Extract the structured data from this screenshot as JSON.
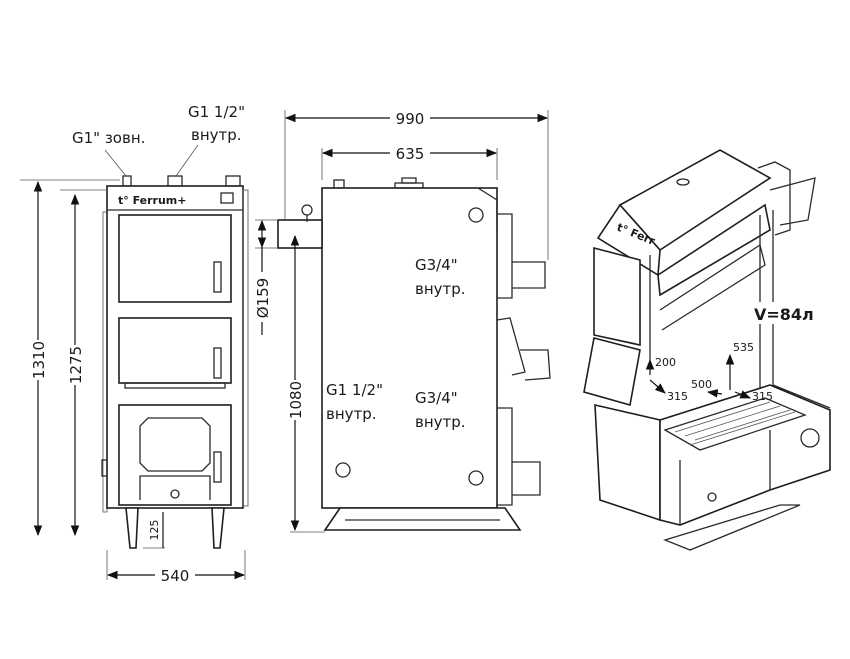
{
  "front_view": {
    "brand_logo": "t° Ferrum+",
    "label_top_left_line1": "G1\" зовн.",
    "label_top_right_line1": "G1 1/2\"",
    "label_top_right_line2": "внутр.",
    "dim_total_height": "1310",
    "dim_body_height": "1275",
    "dim_width": "540",
    "dim_leg_height": "125"
  },
  "side_view": {
    "dim_total_depth": "990",
    "dim_body_depth": "635",
    "dim_flue_diameter": "Ø159",
    "dim_flue_height": "1080",
    "label_upper_right_line1": "G3/4\"",
    "label_upper_right_line2": "внутр.",
    "label_lower_left_line1": "G1 1/2\"",
    "label_lower_left_line2": "внутр.",
    "label_lower_right_line1": "G3/4\"",
    "label_lower_right_line2": "внутр."
  },
  "iso_view": {
    "brand_logo": "t° Ferr",
    "volume": "V=84л",
    "dim_height": "535",
    "dim_door": "200",
    "dim_depth_left": "315",
    "dim_width": "500",
    "dim_depth_right": "315"
  }
}
